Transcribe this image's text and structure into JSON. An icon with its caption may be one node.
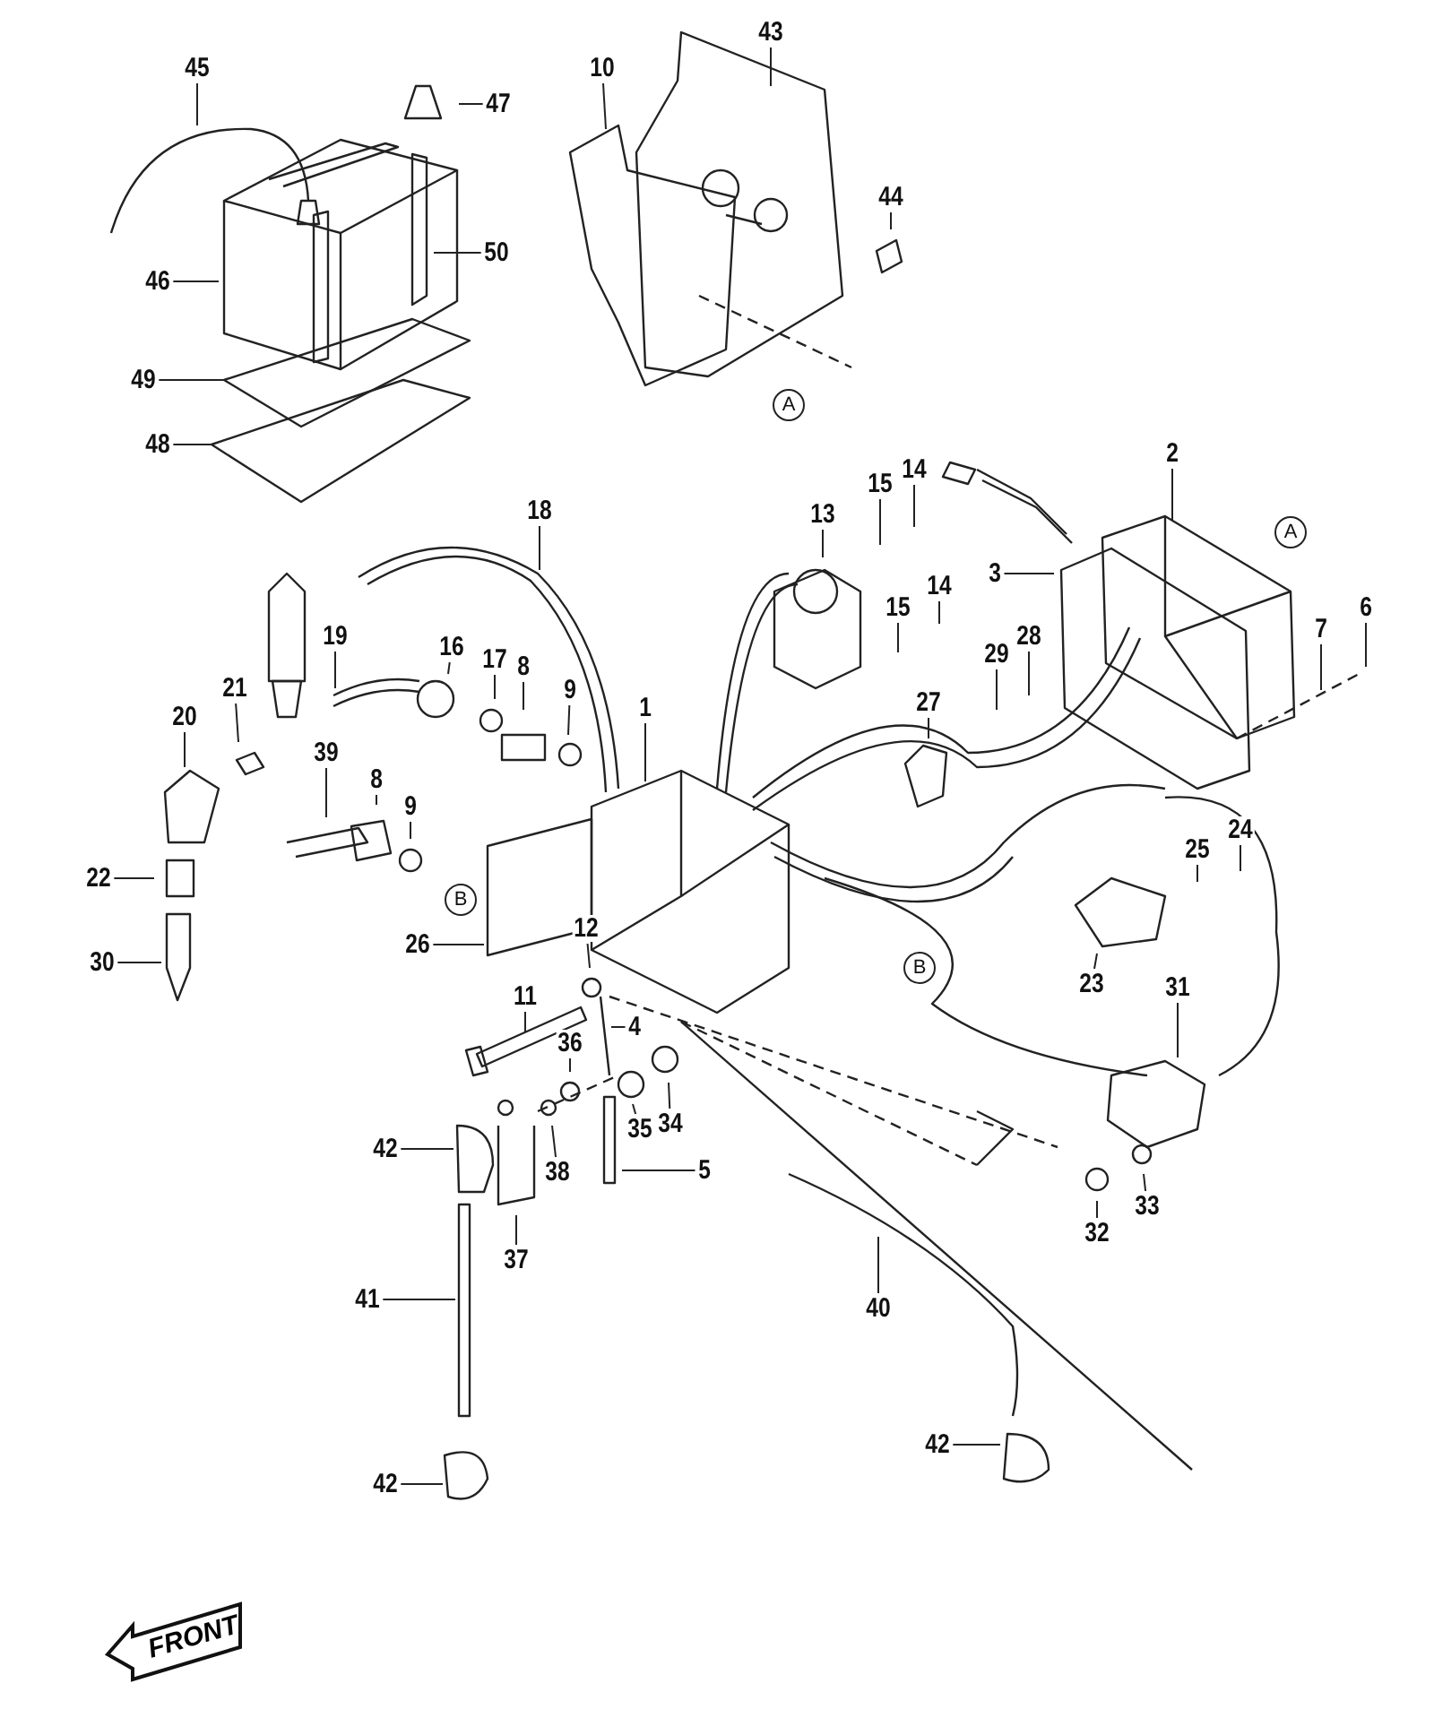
{
  "diagram": {
    "nodes": [
      {
        "text": [
          "43"
        ]
      },
      {
        "text": [
          "45"
        ]
      },
      {
        "text": [
          "10"
        ]
      },
      {
        "text": [
          "47"
        ]
      },
      {
        "text": [
          "44"
        ]
      },
      {
        "text": [
          "50"
        ]
      },
      {
        "text": [
          "46"
        ]
      },
      {
        "text": [
          "49"
        ]
      },
      {
        "text": [
          "48"
        ]
      },
      {
        "text": [
          "2"
        ]
      },
      {
        "text": [
          "14"
        ]
      },
      {
        "text": [
          "15"
        ]
      },
      {
        "text": [
          "18"
        ]
      },
      {
        "text": [
          "13"
        ]
      },
      {
        "text": [
          "3"
        ]
      },
      {
        "text": [
          "14"
        ]
      },
      {
        "text": [
          "15"
        ]
      },
      {
        "text": [
          "6"
        ]
      },
      {
        "text": [
          "7"
        ]
      },
      {
        "text": [
          "19"
        ]
      },
      {
        "text": [
          "28"
        ]
      },
      {
        "text": [
          "29"
        ]
      },
      {
        "text": [
          "16"
        ]
      },
      {
        "text": [
          "17"
        ]
      },
      {
        "text": [
          "21"
        ]
      },
      {
        "text": [
          "27"
        ]
      },
      {
        "text": [
          "8"
        ]
      },
      {
        "text": [
          "1"
        ]
      },
      {
        "text": [
          "9"
        ]
      },
      {
        "text": [
          "20"
        ]
      },
      {
        "text": [
          "39"
        ]
      },
      {
        "text": [
          "8"
        ]
      },
      {
        "text": [
          "9"
        ]
      },
      {
        "text": [
          "24"
        ]
      },
      {
        "text": [
          "25"
        ]
      },
      {
        "text": [
          "22"
        ]
      },
      {
        "text": [
          "12"
        ]
      },
      {
        "text": [
          "26"
        ]
      },
      {
        "text": [
          "30"
        ]
      },
      {
        "text": [
          "23"
        ]
      },
      {
        "text": [
          "31"
        ]
      },
      {
        "text": [
          "11"
        ]
      },
      {
        "text": [
          "4"
        ]
      },
      {
        "text": [
          "36"
        ]
      },
      {
        "text": [
          "34"
        ]
      },
      {
        "text": [
          "35"
        ]
      },
      {
        "text": [
          "42"
        ]
      },
      {
        "text": [
          "5"
        ]
      },
      {
        "text": [
          "38"
        ]
      },
      {
        "text": [
          "33"
        ]
      },
      {
        "text": [
          "32"
        ]
      },
      {
        "text": [
          "37"
        ]
      },
      {
        "text": [
          "41"
        ]
      },
      {
        "text": [
          "40"
        ]
      },
      {
        "text": [
          "42"
        ]
      },
      {
        "text": [
          "42"
        ]
      }
    ],
    "edges": [
      {
        "from": 0,
        "to": null,
        "arrow": "none"
      },
      {
        "from": 1,
        "to": null,
        "arrow": "none"
      },
      {
        "from": 2,
        "to": null,
        "arrow": "none"
      },
      {
        "from": 3,
        "to": null,
        "arrow": "none"
      },
      {
        "from": 4,
        "to": null,
        "arrow": "none"
      },
      {
        "from": 5,
        "to": null,
        "arrow": "none"
      },
      {
        "from": 6,
        "to": null,
        "arrow": "none"
      },
      {
        "from": 7,
        "to": null,
        "arrow": "none"
      },
      {
        "from": 8,
        "to": null,
        "arrow": "none"
      },
      {
        "from": 9,
        "to": null,
        "arrow": "none"
      },
      {
        "from": 10,
        "to": null,
        "arrow": "none"
      },
      {
        "from": 11,
        "to": null,
        "arrow": "none"
      },
      {
        "from": 12,
        "to": null,
        "arrow": "none"
      },
      {
        "from": 13,
        "to": null,
        "arrow": "none"
      },
      {
        "from": 14,
        "to": null,
        "arrow": "none"
      },
      {
        "from": 15,
        "to": null,
        "arrow": "none"
      },
      {
        "from": 16,
        "to": null,
        "arrow": "none"
      },
      {
        "from": 17,
        "to": null,
        "arrow": "none"
      },
      {
        "from": 18,
        "to": null,
        "arrow": "none"
      },
      {
        "from": 19,
        "to": null,
        "arrow": "none"
      },
      {
        "from": 20,
        "to": null,
        "arrow": "none"
      },
      {
        "from": 21,
        "to": null,
        "arrow": "none"
      },
      {
        "from": 22,
        "to": null,
        "arrow": "none"
      },
      {
        "from": 23,
        "to": null,
        "arrow": "none"
      },
      {
        "from": 24,
        "to": null,
        "arrow": "none"
      },
      {
        "from": 25,
        "to": null,
        "arrow": "none"
      },
      {
        "from": 26,
        "to": null,
        "arrow": "none"
      },
      {
        "from": 27,
        "to": null,
        "arrow": "none"
      },
      {
        "from": 28,
        "to": null,
        "arrow": "none"
      },
      {
        "from": 29,
        "to": null,
        "arrow": "none"
      },
      {
        "from": 30,
        "to": null,
        "arrow": "none"
      },
      {
        "from": 31,
        "to": null,
        "arrow": "none"
      },
      {
        "from": 32,
        "to": null,
        "arrow": "none"
      },
      {
        "from": 33,
        "to": null,
        "arrow": "none"
      },
      {
        "from": 34,
        "to": null,
        "arrow": "none"
      },
      {
        "from": 35,
        "to": null,
        "arrow": "none"
      },
      {
        "from": 36,
        "to": null,
        "arrow": "none"
      },
      {
        "from": 37,
        "to": null,
        "arrow": "none"
      },
      {
        "from": 38,
        "to": null,
        "arrow": "none"
      },
      {
        "from": 39,
        "to": null,
        "arrow": "none"
      },
      {
        "from": 40,
        "to": null,
        "arrow": "none"
      },
      {
        "from": 41,
        "to": null,
        "arrow": "none"
      },
      {
        "from": 42,
        "to": null,
        "arrow": "none"
      },
      {
        "from": 43,
        "to": null,
        "arrow": "none"
      },
      {
        "from": 44,
        "to": null,
        "arrow": "none"
      },
      {
        "from": 45,
        "to": null,
        "arrow": "none"
      },
      {
        "from": 46,
        "to": null,
        "arrow": "none"
      },
      {
        "from": 47,
        "to": null,
        "arrow": "none"
      },
      {
        "from": 48,
        "to": null,
        "arrow": "none"
      },
      {
        "from": 49,
        "to": null,
        "arrow": "none"
      },
      {
        "from": 50,
        "to": null,
        "arrow": "none"
      },
      {
        "from": 51,
        "to": null,
        "arrow": "none"
      },
      {
        "from": 52,
        "to": null,
        "arrow": "none"
      },
      {
        "from": 53,
        "to": null,
        "arrow": "none"
      },
      {
        "from": 54,
        "to": null,
        "arrow": "none"
      },
      {
        "from": 55,
        "to": null,
        "arrow": "none"
      }
    ],
    "labels": [
      "A",
      "A",
      "B",
      "B",
      "FRONT"
    ]
  }
}
